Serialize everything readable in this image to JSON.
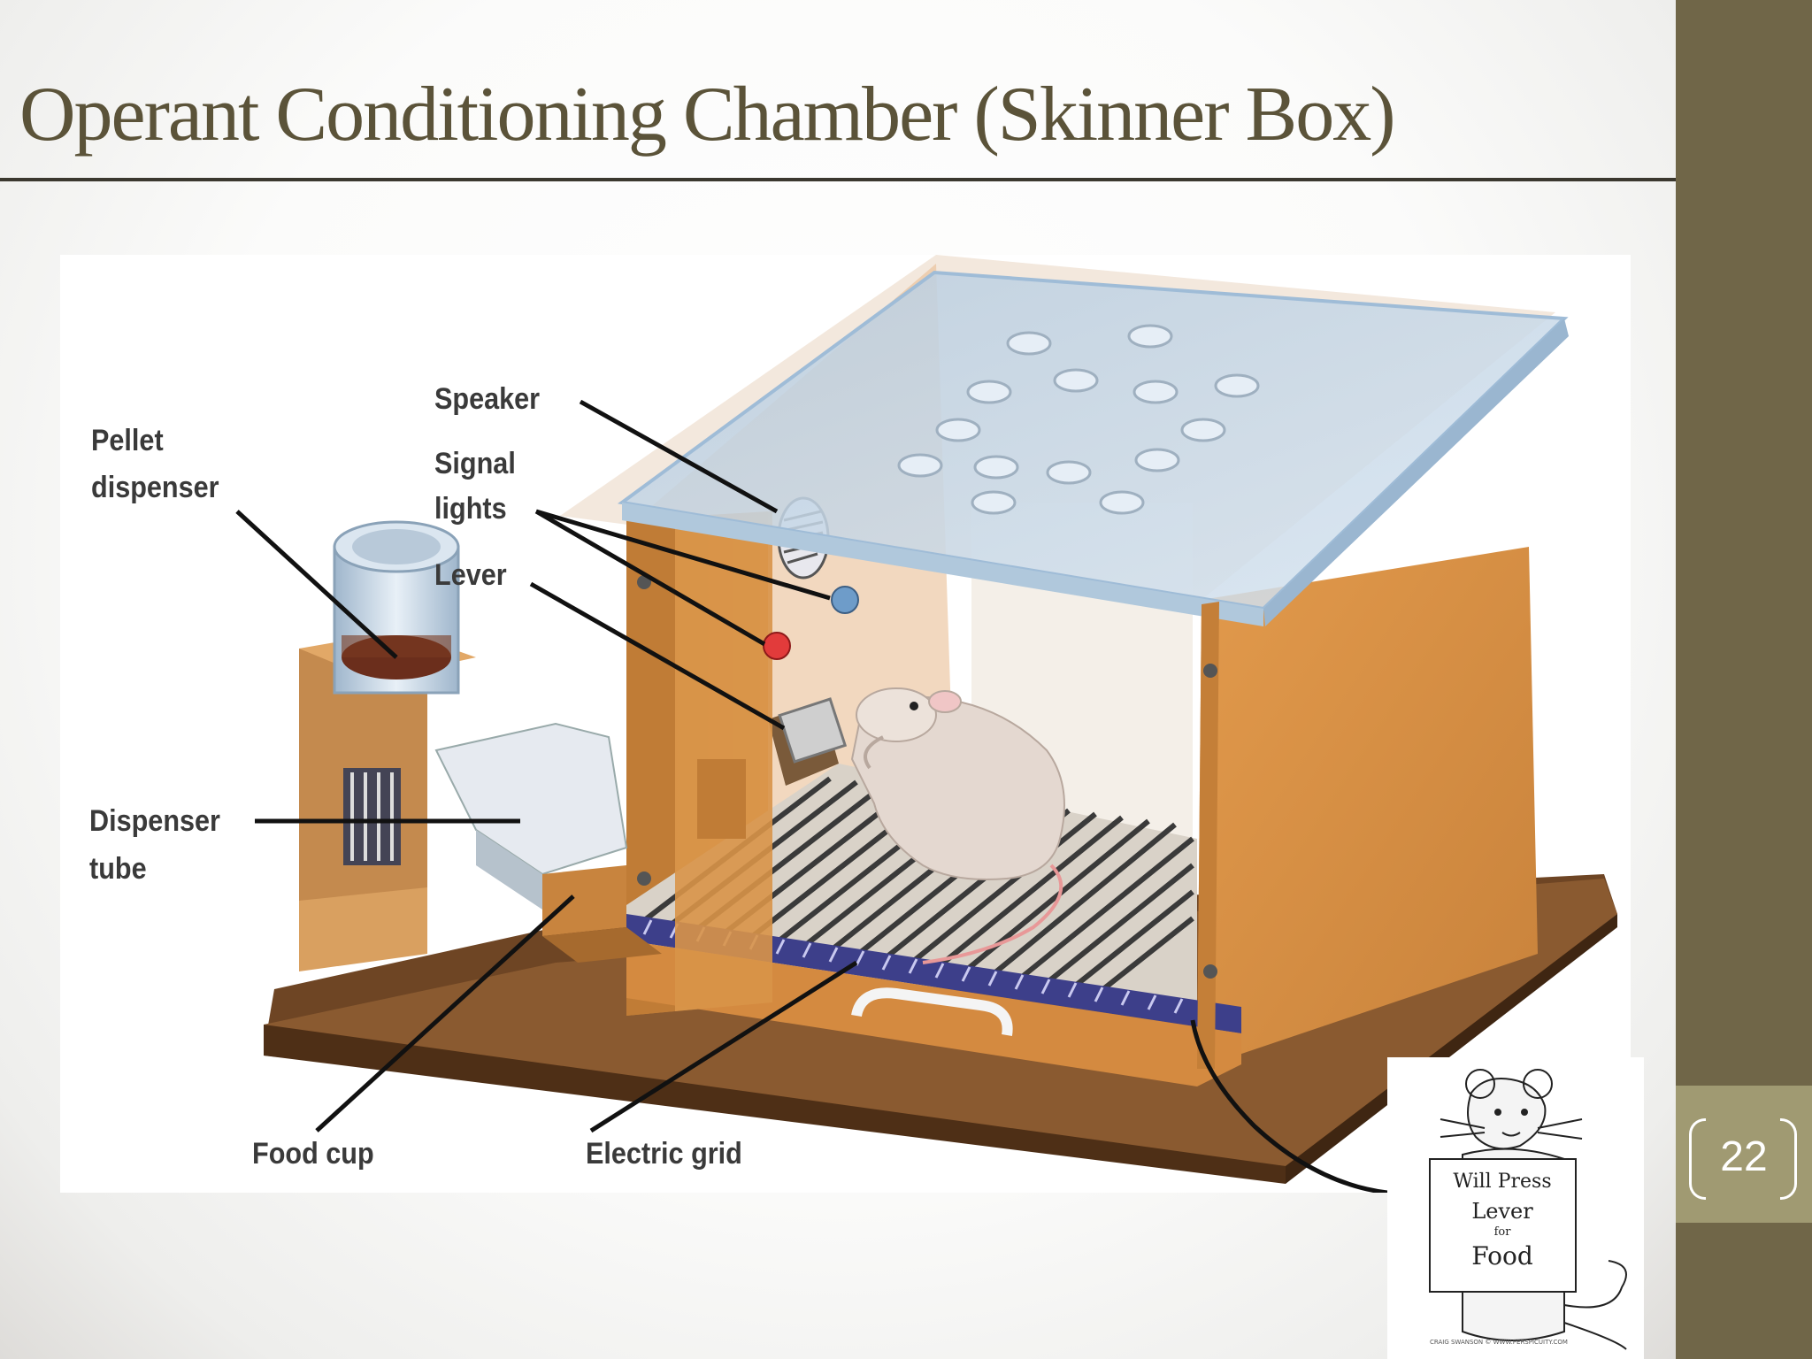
{
  "slide": {
    "title": "Operant Conditioning Chamber (Skinner Box)",
    "page_number": "22"
  },
  "diagram": {
    "labels": {
      "speaker": "Speaker",
      "signal_lights_1": "Signal",
      "signal_lights_2": "lights",
      "lever": "Lever",
      "pellet_dispenser_1": "Pellet",
      "pellet_dispenser_2": "dispenser",
      "dispenser_tube_1": "Dispenser",
      "dispenser_tube_2": "tube",
      "food_cup": "Food cup",
      "electric_grid": "Electric grid"
    }
  },
  "cartoon": {
    "sign_line1": "Will Press",
    "sign_line2": "Lever",
    "sign_line3": "for",
    "sign_line4": "Food",
    "credit": "CRAIG SWANSON © WWW.PERSPICUITY.COM"
  },
  "colors": {
    "sidebar": "#706648",
    "page_tab": "#a09a72",
    "title": "#5b5339"
  }
}
